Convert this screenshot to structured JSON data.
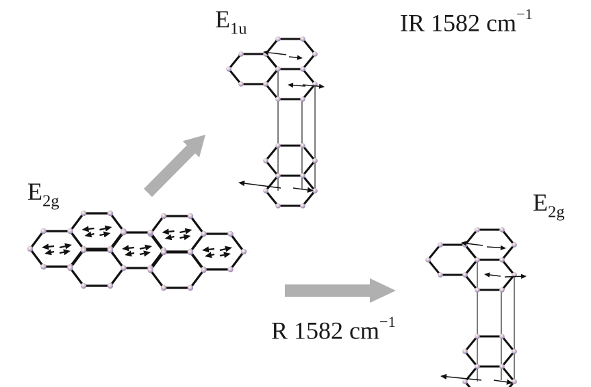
{
  "labels": {
    "e1u": {
      "main": "E",
      "sub": "1u"
    },
    "e2g_left": {
      "main": "E",
      "sub": "2g"
    },
    "e2g_right": {
      "main": "E",
      "sub": "2g"
    },
    "ir_freq": {
      "prefix": "IR 1582 cm",
      "sup": "−1"
    },
    "raman_freq": {
      "prefix": "R 1582 cm",
      "sup": "−1"
    }
  },
  "colors": {
    "bond": "#111111",
    "atom": "#d8c4cc",
    "atom_shade": "#8f82b8",
    "arrow": "#b0b0b0",
    "vector": "#111111"
  },
  "structures": [
    {
      "id": "graphene-monolayer",
      "caption_ref": "e2g_left",
      "layers": 1
    },
    {
      "id": "graphite-bilayer-e1u",
      "caption_ref": "e1u",
      "layers": 2
    },
    {
      "id": "graphite-bilayer-e2g",
      "caption_ref": "e2g_right",
      "layers": 2
    }
  ]
}
